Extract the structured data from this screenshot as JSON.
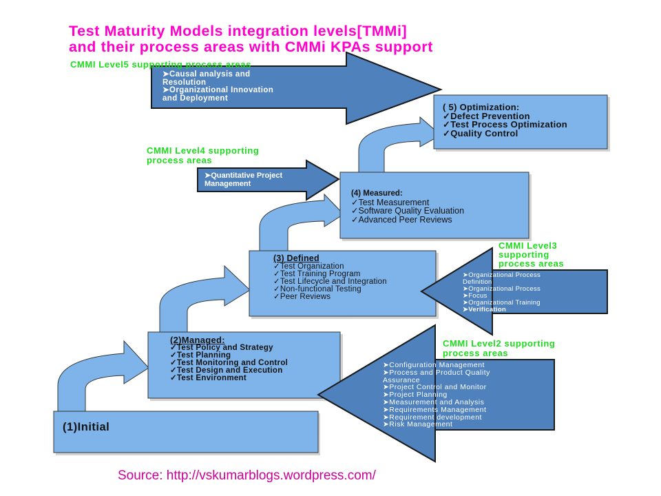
{
  "title": {
    "line1": "Test Maturity Models integration levels[TMMi]",
    "line2": "and their process areas with CMMi KPAs support"
  },
  "colors": {
    "title": "#ff00cc",
    "cmmi_label": "#1ddc1d",
    "level_box_fill": "#7eb4ea",
    "kpa_arrow_fill": "#4f81bd",
    "source": "#cc0099"
  },
  "levels": [
    {
      "heading": "(1)Initial",
      "items": []
    },
    {
      "heading": "(2)Managed:",
      "items": [
        "✓Test Policy and Strategy",
        "✓Test Planning",
        "✓Test Monitoring and Control",
        "✓Test Design and Execution",
        "✓Test Environment"
      ]
    },
    {
      "heading": "(3) Defined",
      "items": [
        "✓Test Organization",
        "✓Test Training Program",
        "✓Test Lifecycle and Integration",
        "✓Non-functional Testing",
        "✓Peer Reviews"
      ]
    },
    {
      "heading": "(4) Measured:",
      "items": [
        "✓Test Measurement",
        "✓Software Quality Evaluation",
        "✓Advanced Peer Reviews"
      ]
    },
    {
      "heading": "( 5) Optimization:",
      "items": [
        "✓Defect Prevention",
        "✓Test Process Optimization",
        "✓Quality Control"
      ]
    }
  ],
  "cmmi": {
    "level5": {
      "label": "CMMI Level5 supporting process  areas",
      "items": [
        "➤Causal analysis and",
        "Resolution",
        "➤Organizational Innovation",
        "and Deployment"
      ]
    },
    "level4": {
      "label_line1": "CMMI Level4 supporting",
      "label_line2": "process  areas",
      "items": [
        "➤Quantitative Project",
        "Management"
      ]
    },
    "level3": {
      "label_line1": "CMMI Level3",
      "label_line2": "supporting",
      "label_line3": "process  areas",
      "items": [
        "➤Organizational Process",
        "Definition",
        "➤Organizational Process",
        "➤Focus",
        "➤Organizational Training",
        "➤Verification"
      ]
    },
    "level2": {
      "label_line1": "CMMI Level2 supporting",
      "label_line2": "process  areas",
      "items": [
        "➤Configuration Management",
        "➤Process and Product Quality",
        "Assurance",
        "➤Project Control and Monitor",
        "➤Project Planning",
        "➤Measurement and Analysis",
        "➤Requirements Management",
        "➤Requirement development",
        "➤Risk Management"
      ]
    }
  },
  "source": "Source: http://vskumarblogs.wordpress.com/"
}
